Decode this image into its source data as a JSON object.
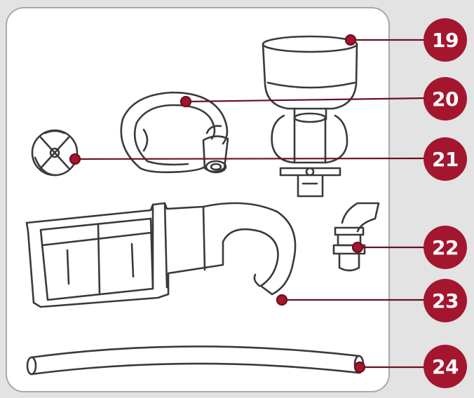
{
  "colors": {
    "badge": "#a3162e",
    "line": "#3a3a3a",
    "leader": "#6d0f1f",
    "panel_border": "#a9a9a9",
    "background": "#e3e3e3"
  },
  "callouts": [
    {
      "id": "19",
      "label": "19",
      "part": "funnel-hopper"
    },
    {
      "id": "20",
      "label": "20",
      "part": "spiral-ring-tube"
    },
    {
      "id": "21",
      "label": "21",
      "part": "round-cap"
    },
    {
      "id": "22",
      "label": "22",
      "part": "elbow-connector"
    },
    {
      "id": "23",
      "label": "23",
      "part": "tray-channel"
    },
    {
      "id": "24",
      "label": "24",
      "part": "hose"
    }
  ]
}
